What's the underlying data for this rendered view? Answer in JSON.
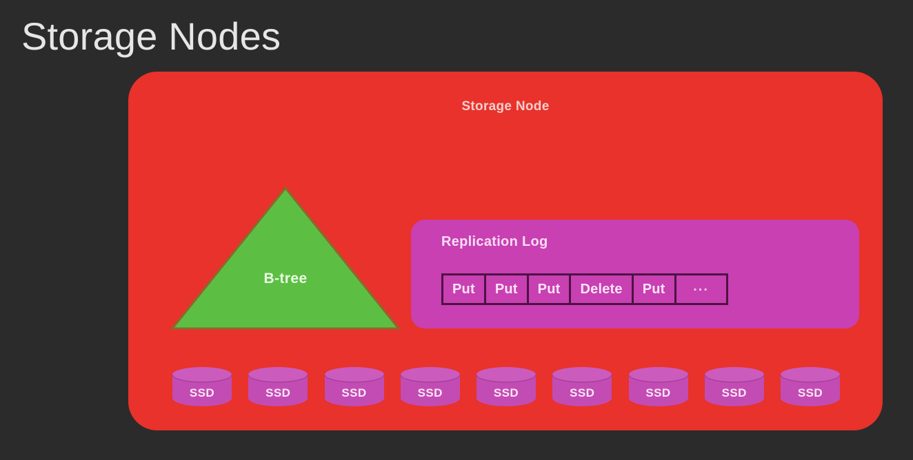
{
  "slide": {
    "title": "Storage Nodes",
    "background_color": "#2b2b2b",
    "title_color": "#e6e6e6"
  },
  "storage_node": {
    "label": "Storage Node",
    "fill_color": "#e8322b",
    "label_color": "#f5cfce"
  },
  "btree": {
    "label": "B-tree",
    "fill_color": "#5cbf44",
    "stroke_color": "#8a6a2a",
    "label_color": "#eafbe4"
  },
  "replication_log": {
    "title": "Replication Log",
    "panel_color": "#c840b2",
    "border_color": "#4d1243",
    "title_color": "#fbdcf5",
    "entries": [
      {
        "label": "Put"
      },
      {
        "label": "Put"
      },
      {
        "label": "Put"
      },
      {
        "label": "Delete"
      },
      {
        "label": "Put"
      },
      {
        "label": "..."
      }
    ]
  },
  "storage_devices": {
    "fill_color": "#c24cb4",
    "top_color": "#cb5cbd",
    "label_color": "#fce7f7",
    "items": [
      {
        "label": "SSD"
      },
      {
        "label": "SSD"
      },
      {
        "label": "SSD"
      },
      {
        "label": "SSD"
      },
      {
        "label": "SSD"
      },
      {
        "label": "SSD"
      },
      {
        "label": "SSD"
      },
      {
        "label": "SSD"
      },
      {
        "label": "SSD"
      }
    ]
  }
}
